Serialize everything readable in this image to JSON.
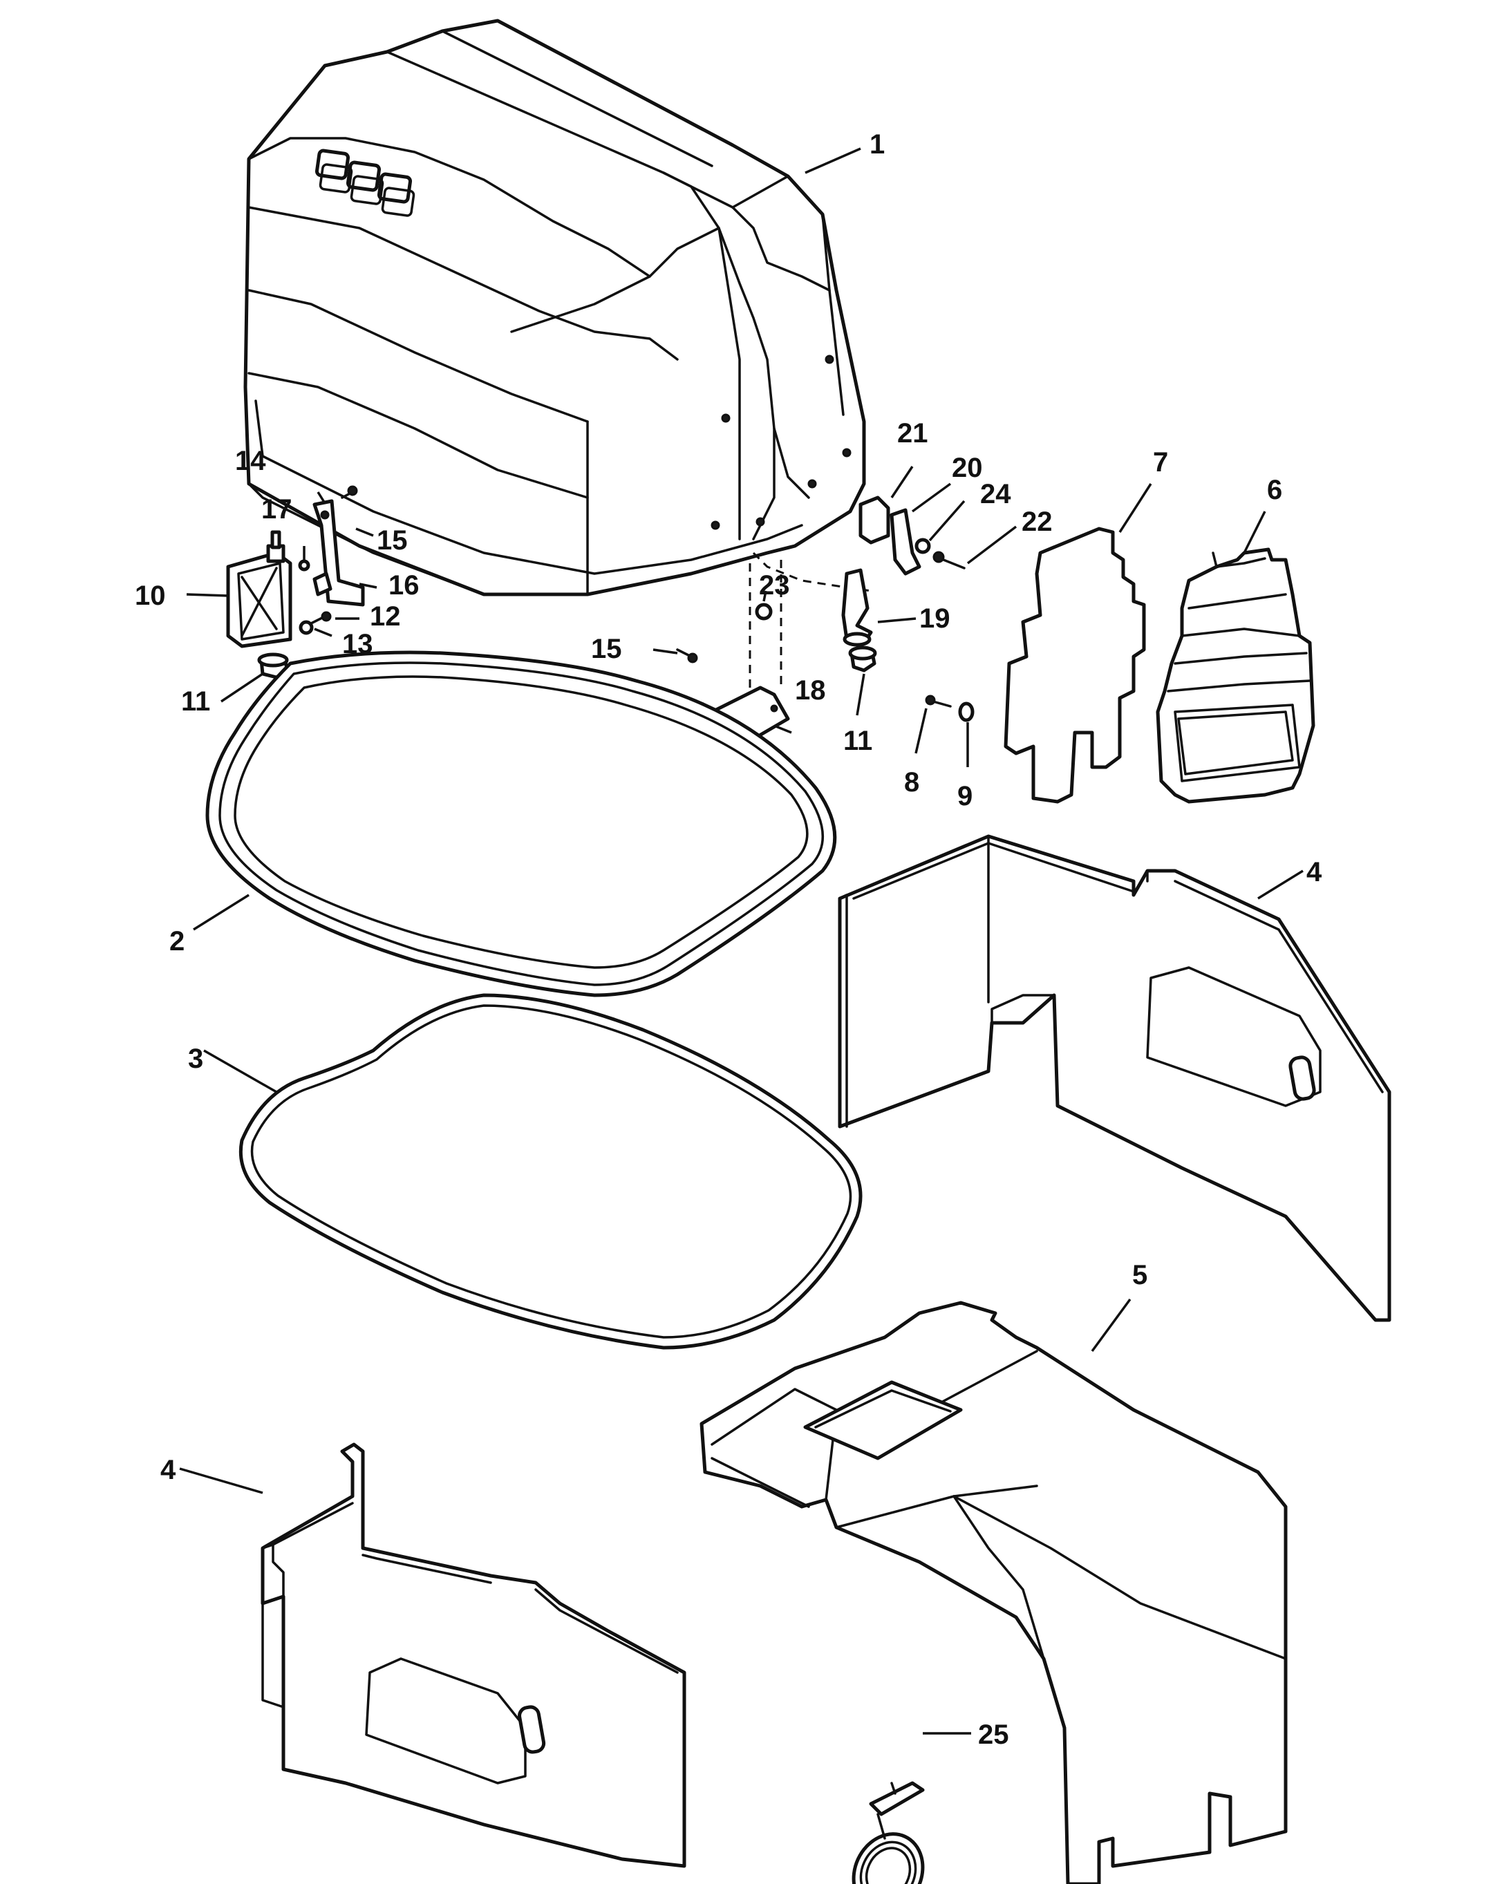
{
  "callouts": {
    "c1": "1",
    "c2": "2",
    "c3": "3",
    "c4a": "4",
    "c4b": "4",
    "c5": "5",
    "c6": "6",
    "c7": "7",
    "c8": "8",
    "c9": "9",
    "c10": "10",
    "c11a": "11",
    "c11b": "11",
    "c12": "12",
    "c13": "13",
    "c14": "14",
    "c15a": "15",
    "c15b": "15",
    "c16": "16",
    "c17": "17",
    "c18": "18",
    "c19": "19",
    "c20": "20",
    "c21": "21",
    "c22": "22",
    "c23": "23",
    "c24": "24",
    "c25": "25"
  },
  "colors": {
    "line": "#111111",
    "background": "#ffffff"
  }
}
